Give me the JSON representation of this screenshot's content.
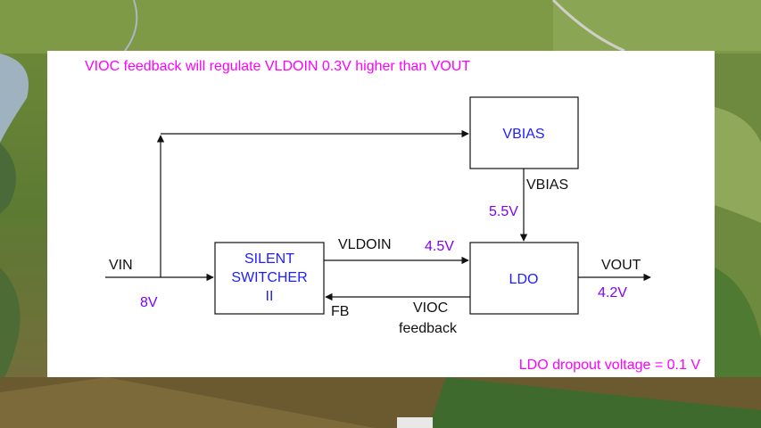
{
  "header_note": "VIOC feedback will regulate VLDOIN 0.3V higher than VOUT",
  "footer_note": "LDO dropout voltage = 0.1 V",
  "blocks": {
    "vbias": "VBIAS",
    "switcher_line1": "SILENT",
    "switcher_line2": "SWITCHER",
    "switcher_line3": "II",
    "ldo": "LDO"
  },
  "signals": {
    "vin": "VIN",
    "vin_voltage": "8V",
    "vbias_out": "VBIAS",
    "vbias_voltage": "5.5V",
    "vldoin": "VLDOIN",
    "vldoin_voltage": "4.5V",
    "fb": "FB",
    "vioc_line1": "VIOC",
    "vioc_line2": "feedback",
    "vout": "VOUT",
    "vout_voltage": "4.2V"
  },
  "colors": {
    "note": "#ff00ff",
    "voltage": "#7f00ff",
    "block_label": "#2020ff",
    "line": "#111111"
  }
}
